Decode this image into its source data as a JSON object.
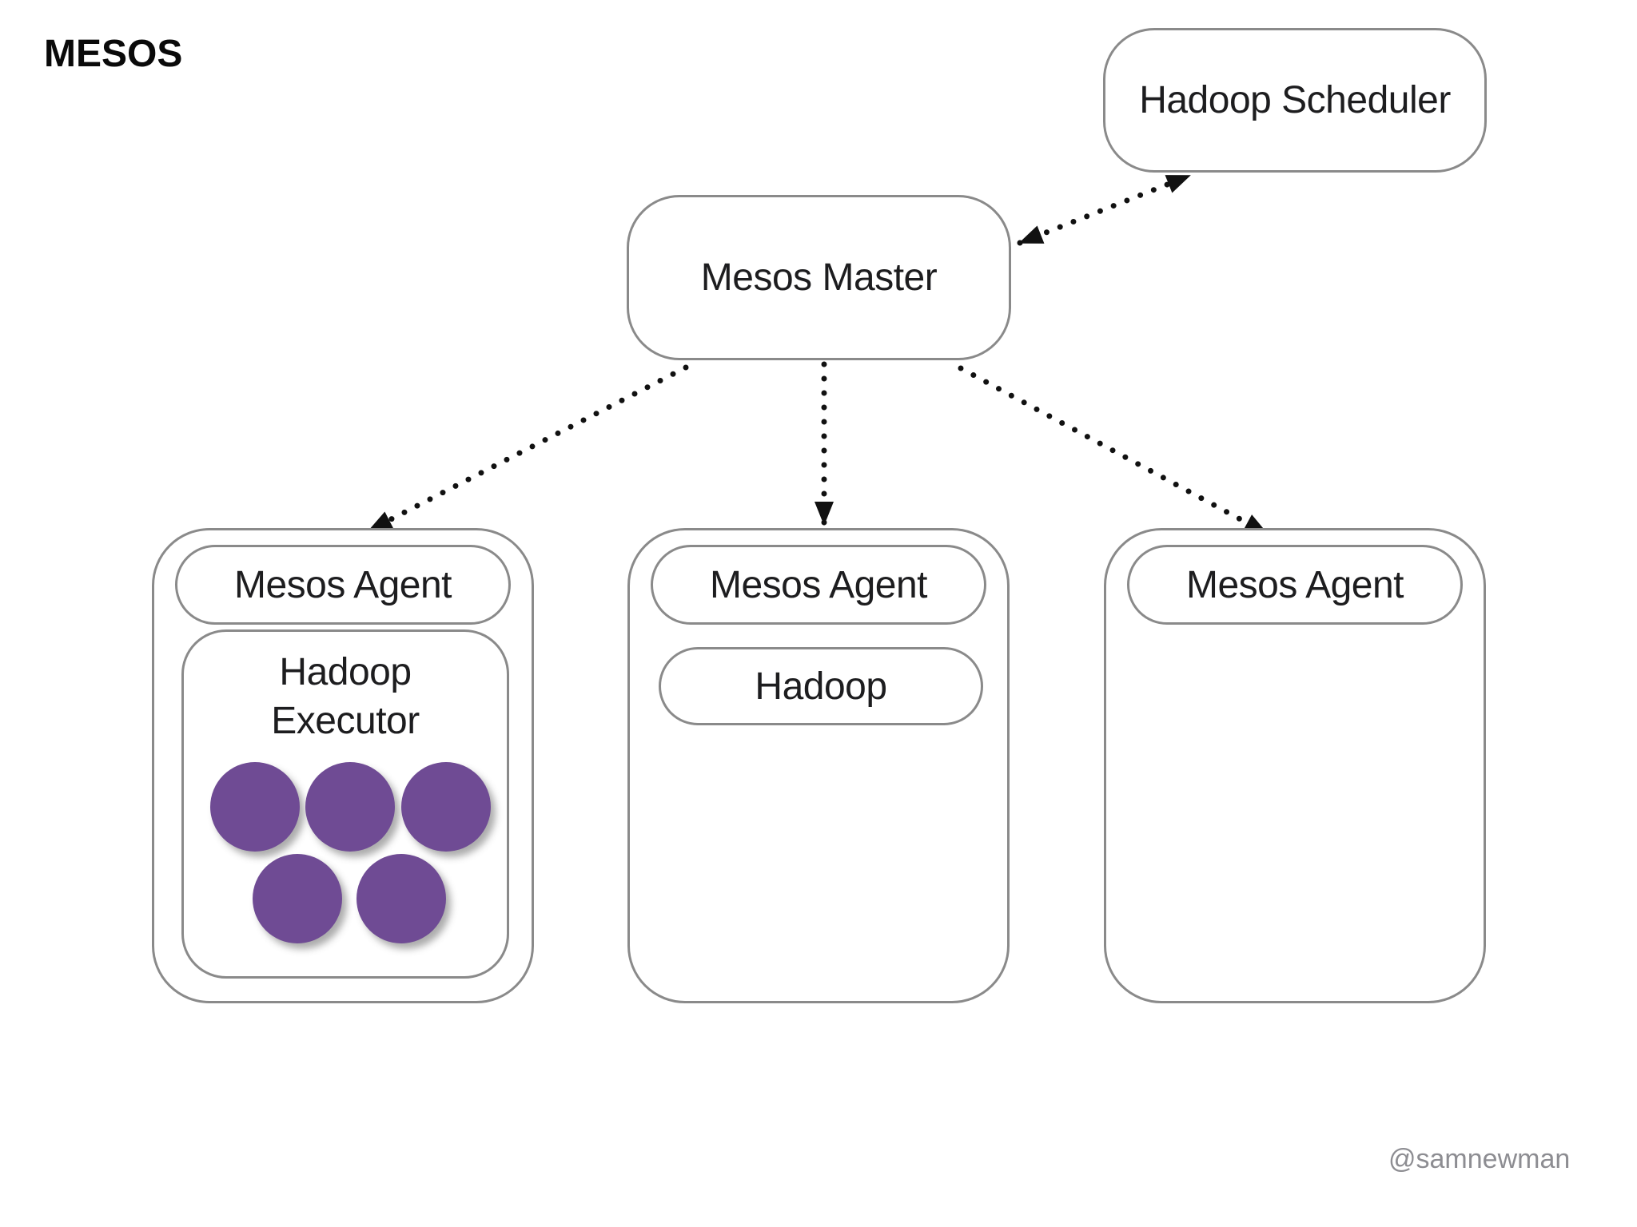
{
  "title": "MESOS",
  "watermark": "@samnewman",
  "scheduler": {
    "label": "Hadoop Scheduler"
  },
  "master": {
    "label": "Mesos Master"
  },
  "agents": [
    {
      "label": "Mesos Agent",
      "executor": {
        "lines": [
          "Hadoop",
          "Executor"
        ],
        "task_count": 5
      }
    },
    {
      "label": "Mesos Agent",
      "framework": {
        "label": "Hadoop"
      }
    },
    {
      "label": "Mesos Agent"
    }
  ],
  "colors": {
    "background": "#ffffff",
    "border": "#8a8a8a",
    "text": "#1d1d1f",
    "arrow": "#111111",
    "task": "#6f4b94",
    "watermark": "#8d8d92"
  }
}
